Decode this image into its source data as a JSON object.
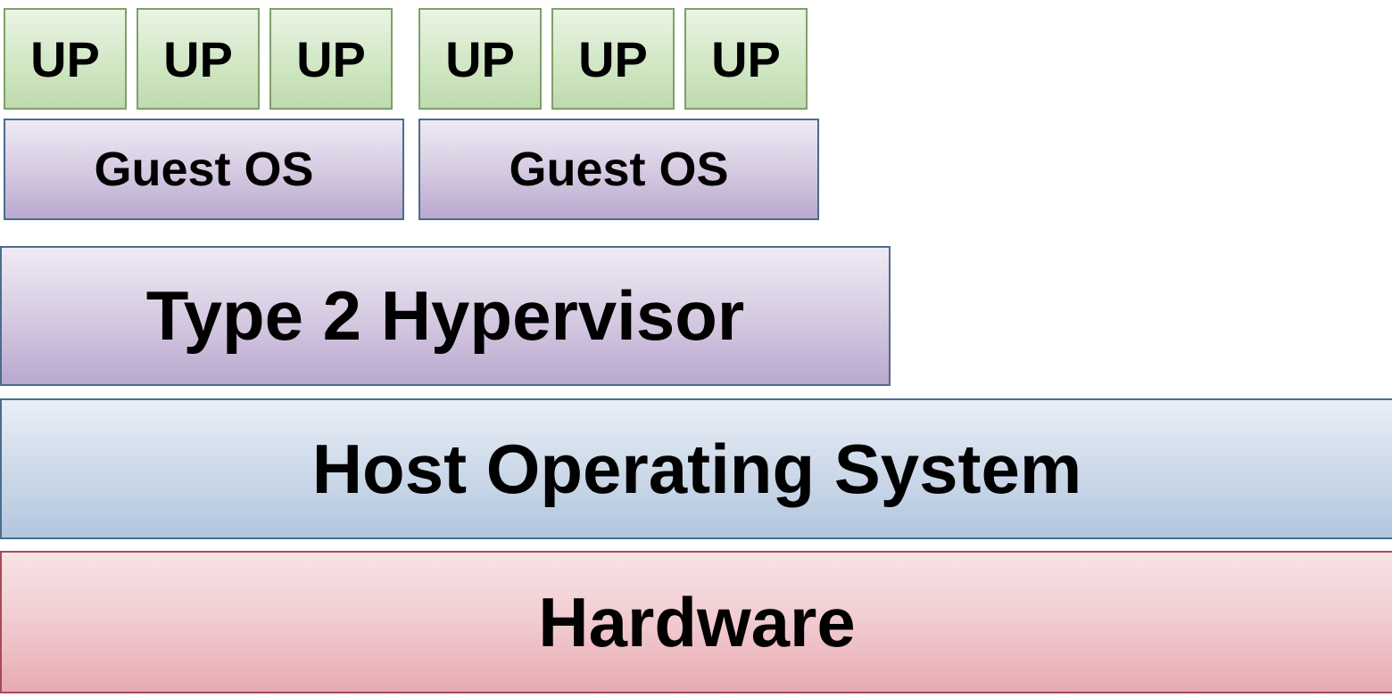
{
  "diagram": {
    "user_processes": [
      "UP",
      "UP",
      "UP",
      "UP",
      "UP",
      "UP"
    ],
    "guest_os": [
      "Guest OS",
      "Guest OS"
    ],
    "hypervisor": "Type 2 Hypervisor",
    "host_os": "Host Operating System",
    "hardware": "Hardware"
  },
  "colors": {
    "up_green": "#cfe6c2",
    "guest_purple": "#d4c8e0",
    "hypervisor_purple": "#d4c8e0",
    "host_blue": "#cbd8e8",
    "hardware_red": "#f0c8cd"
  }
}
